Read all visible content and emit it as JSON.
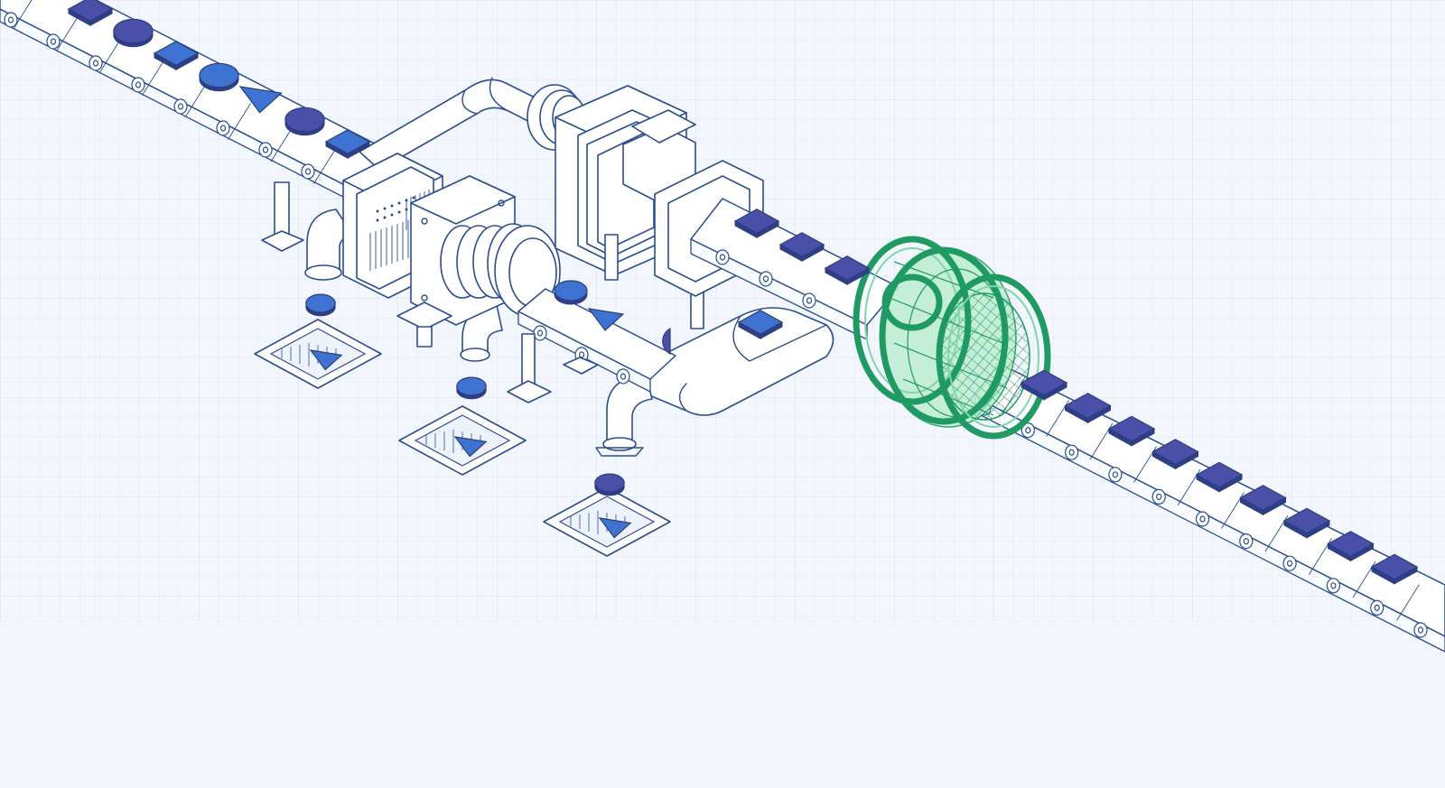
{
  "colors": {
    "background": "#f3f7fd",
    "grid": "#dde7f5",
    "line": "#2a4d8f",
    "shape_blue": "#3f73d1",
    "shape_indigo": "#4a4fa8",
    "filter_green": "#1f9a62",
    "filter_green_light": "#bfeed3"
  },
  "belt_items_input": [
    {
      "shape": "square",
      "color": "indigo"
    },
    {
      "shape": "circle",
      "color": "indigo"
    },
    {
      "shape": "square",
      "color": "blue"
    },
    {
      "shape": "circle",
      "color": "blue"
    },
    {
      "shape": "triangle",
      "color": "blue"
    },
    {
      "shape": "circle",
      "color": "indigo"
    },
    {
      "shape": "square",
      "color": "blue"
    }
  ],
  "belt_items_middle": [
    {
      "shape": "square",
      "color": "indigo"
    },
    {
      "shape": "square",
      "color": "indigo"
    },
    {
      "shape": "square",
      "color": "indigo"
    }
  ],
  "belt_items_lower": [
    {
      "shape": "circle",
      "color": "blue"
    },
    {
      "shape": "triangle",
      "color": "blue"
    },
    {
      "shape": "half-circle",
      "color": "indigo"
    },
    {
      "shape": "square",
      "color": "blue"
    }
  ],
  "belt_items_output": [
    {
      "shape": "square",
      "color": "indigo"
    },
    {
      "shape": "square",
      "color": "indigo"
    },
    {
      "shape": "square",
      "color": "indigo"
    },
    {
      "shape": "square",
      "color": "indigo"
    },
    {
      "shape": "square",
      "color": "indigo"
    },
    {
      "shape": "square",
      "color": "indigo"
    },
    {
      "shape": "square",
      "color": "indigo"
    },
    {
      "shape": "square",
      "color": "indigo"
    },
    {
      "shape": "square",
      "color": "indigo"
    }
  ],
  "rejects": [
    {
      "falling": "circle",
      "in_bin": "triangle"
    },
    {
      "falling": "circle",
      "in_bin": "triangle"
    },
    {
      "falling": "circle",
      "in_bin": "triangle"
    }
  ],
  "icons": [
    "conveyor-belt",
    "pipe",
    "flange",
    "press-machine",
    "filter-ring",
    "reject-bin"
  ]
}
